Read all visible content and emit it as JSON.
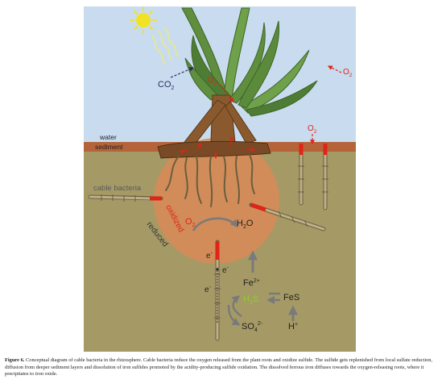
{
  "labels": {
    "water": "water",
    "sediment": "sediment",
    "cable_bacteria": "cable bacteria",
    "oxidized": "oxidized",
    "reduced": "reduced",
    "co2_main": "CO",
    "co2_sub": "2",
    "o2_main": "O",
    "o2_sub": "2",
    "h2o_a": "H",
    "h2o_sub": "2",
    "h2o_b": "O",
    "electron": "e",
    "electron_sup": "-",
    "fe_main": "Fe",
    "fe_sup": "2+",
    "h2s_a": "H",
    "h2s_sub": "2",
    "h2s_b": "S",
    "fes": "FeS",
    "so4_main": "SO",
    "so4_sub": "4",
    "so4_sup": "2-",
    "h_main": "H",
    "h_sup": "+"
  },
  "caption": {
    "figure_label": "Figure 6.",
    "text": "Conceptual diagram of cable bacteria in the rhizosphere. Cable bacteria reduce the oxygen released from the plant roots and oxidize sulfide. The sulfide gets replenished from local sulfate reduction, diffusion from deeper sediment layers and dissolution of iron sulfides promoted by the acidity-producing sulfide oxidation. The dissolved ferrous iron diffuses towards the oxygen-releasing roots, where it precipitates to iron oxide."
  },
  "colors": {
    "sky": "#c9dcef",
    "sediment_band": "#b5643a",
    "sediment": "#a59a65",
    "oxidized_zone": "#d88a57",
    "oxygen": "#e02418",
    "sulfide": "#8ccf2a",
    "electron": "#222222",
    "cable": "#6b5e3e",
    "root": "#7a4a26",
    "leaf": "#5f8e3e",
    "sun": "#f2e224",
    "arrow": "#7a7a7a"
  },
  "icons": [
    "sun-icon",
    "sunlight-rays-icon",
    "seagrass-plant-icon",
    "root-system-icon",
    "cable-bacteria-filament-icon"
  ]
}
